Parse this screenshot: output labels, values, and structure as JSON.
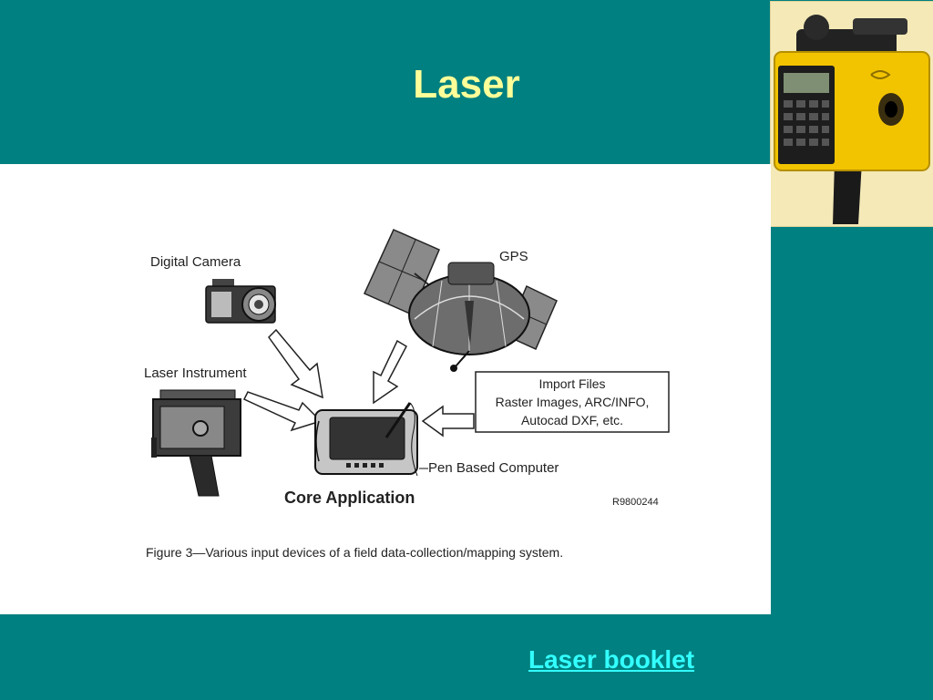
{
  "slide": {
    "title": "Laser",
    "link_label": "Laser booklet"
  },
  "figure": {
    "labels": {
      "digital_camera": "Digital Camera",
      "gps": "GPS",
      "laser_instrument": "Laser Instrument",
      "import_files_line1": "Import Files",
      "import_files_line2": "Raster Images, ARC/INFO,",
      "import_files_line3": "Autocad DXF, etc.",
      "pen_based_computer": "Pen Based Computer",
      "core_application": "Core Application",
      "reference_code": "R9800244"
    },
    "caption": "Figure 3—Various input devices of a field data-collection/mapping system."
  },
  "colors": {
    "background": "#008080",
    "title": "#FFFF99",
    "link": "#33FFFF",
    "device_yellow": "#F2C400"
  }
}
